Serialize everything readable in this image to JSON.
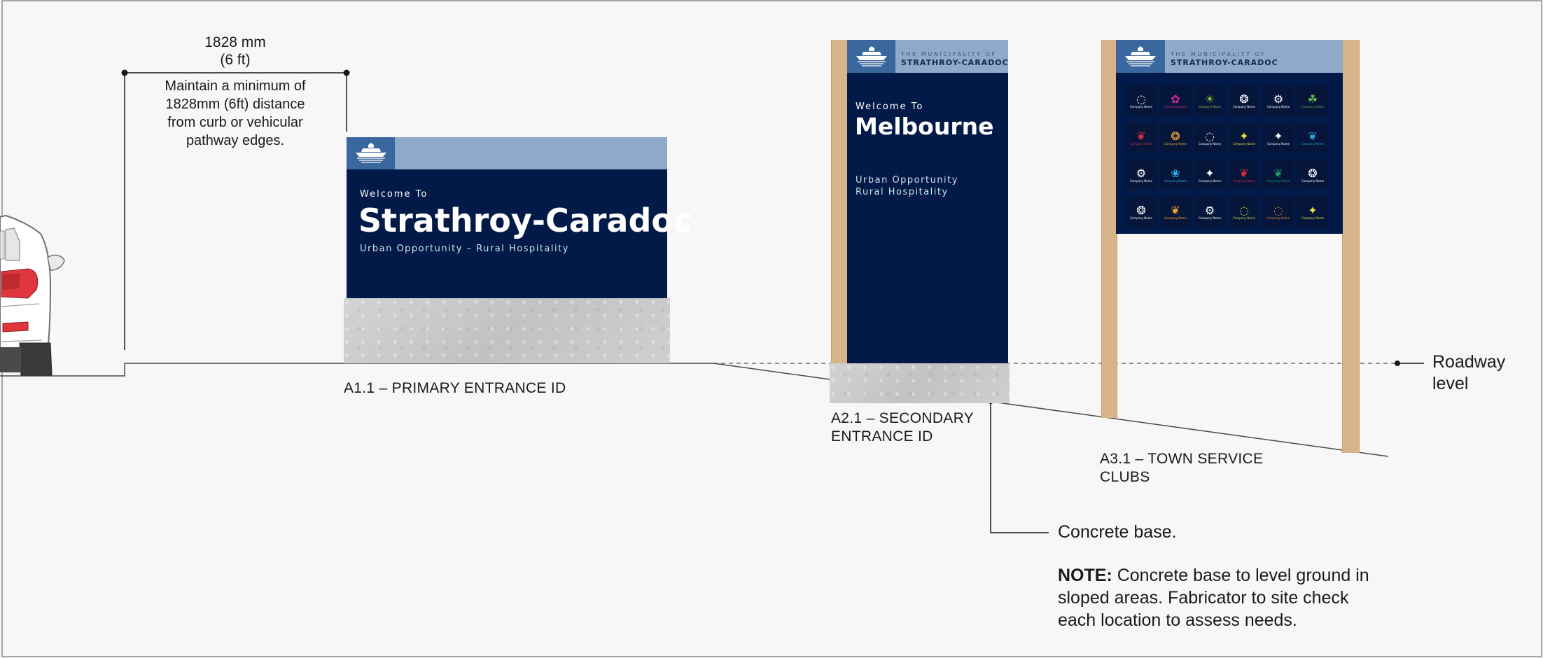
{
  "dimension": {
    "value": "1828 mm",
    "value_imperial": "(6 ft)",
    "note_lines": [
      "Maintain a minimum of",
      "1828mm (6ft) distance",
      "from curb or vehicular",
      "pathway edges."
    ]
  },
  "signs": {
    "primary": {
      "caption": "A1.1 – PRIMARY ENTRANCE ID",
      "welcome": "Welcome To",
      "name": "Strathroy-Caradoc",
      "tagline": "Urban Opportunity – Rural Hospitality"
    },
    "secondary": {
      "caption_lines": [
        "A2.1 – SECONDARY",
        "ENTRANCE ID"
      ],
      "header_small": "THE MUNICIPALITY OF",
      "header_big": "STRATHROY-CARADOC",
      "welcome": "Welcome To",
      "name": "Melbourne",
      "tagline_lines": [
        "Urban Opportunity",
        "Rural Hospitality"
      ]
    },
    "service": {
      "caption_lines": [
        "A3.1 – TOWN SERVICE",
        "CLUBS"
      ],
      "header_small": "THE MUNICIPALITY OF",
      "header_big": "STRATHROY-CARADOC",
      "tile_label": "Company Name",
      "tiles": [
        {
          "icon": "ring",
          "color": "#ffffff"
        },
        {
          "icon": "flower",
          "color": "#d3259b"
        },
        {
          "icon": "sun",
          "color": "#8cc63f"
        },
        {
          "icon": "swirl",
          "color": "#ffffff"
        },
        {
          "icon": "gear",
          "color": "#ffffff"
        },
        {
          "icon": "clover",
          "color": "#5fb548"
        },
        {
          "icon": "laurel",
          "color": "#d62e3a"
        },
        {
          "icon": "swirl",
          "color": "#f0a830"
        },
        {
          "icon": "ring",
          "color": "#ffffff"
        },
        {
          "icon": "star",
          "color": "#e7e33d"
        },
        {
          "icon": "star",
          "color": "#ffffff"
        },
        {
          "icon": "laurel",
          "color": "#2aa3d6"
        },
        {
          "icon": "gear",
          "color": "#ffffff"
        },
        {
          "icon": "butterfly",
          "color": "#2ab3e8"
        },
        {
          "icon": "star",
          "color": "#ffffff"
        },
        {
          "icon": "laurel",
          "color": "#d62e3a"
        },
        {
          "icon": "laurel",
          "color": "#1d9a6c"
        },
        {
          "icon": "swirl",
          "color": "#ffffff"
        },
        {
          "icon": "swirl",
          "color": "#ffffff"
        },
        {
          "icon": "laurel",
          "color": "#f0a830"
        },
        {
          "icon": "gear",
          "color": "#ffffff"
        },
        {
          "icon": "ring",
          "color": "#c8e03f"
        },
        {
          "icon": "ring",
          "color": "#f08a22"
        },
        {
          "icon": "star",
          "color": "#e7e33d"
        }
      ]
    }
  },
  "labels": {
    "roadway_lines": [
      "Roadway",
      "level"
    ],
    "concrete": "Concrete base.",
    "note_title": "NOTE:",
    "note_text": " Concrete base to level ground in sloped areas. Fabricator to site check each location to assess needs."
  },
  "colors": {
    "sign_navy": "#021a48",
    "sign_header": "#8fa9c9",
    "logo_blue": "#3a679e",
    "post_wood": "#d9b48a",
    "concrete": "#c9c9c9",
    "car_tail": "#e0363d"
  }
}
